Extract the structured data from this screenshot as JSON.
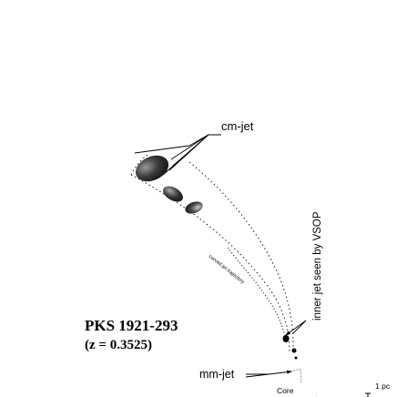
{
  "labels": {
    "cm_jet": "cm-jet",
    "inner_jet": "inner jet seen by VSOP",
    "curved_jet": "curved jet trajectory",
    "source_name": "PKS 1921-293",
    "redshift": "(z = 0.3525)",
    "mm_jet": "mm-jet",
    "core": "Core",
    "scale": "1 pc"
  },
  "colors": {
    "ink": "#000000",
    "blob_dark": "#111111",
    "blob_mid": "#3a3a3a",
    "blob_light": "#9a9a9a"
  }
}
